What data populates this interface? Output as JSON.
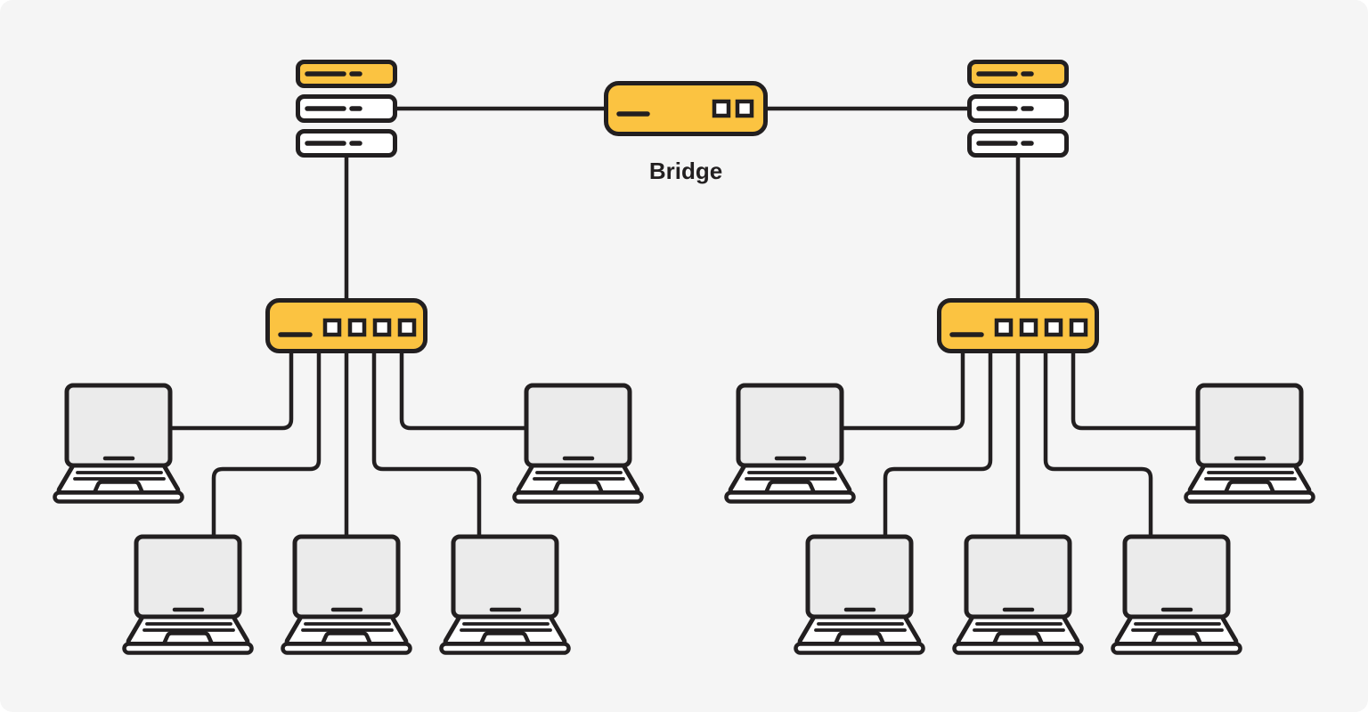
{
  "diagram": {
    "bridge_label": "Bridge",
    "colors": {
      "accent": "#FBC341",
      "stroke": "#221F20",
      "screen": "#EBEBEB",
      "device": "#FFFFFF",
      "bg": "#F5F5F5"
    },
    "bridge": {
      "id": "bridge",
      "ports": 2
    },
    "segments": [
      {
        "id": "left",
        "server_units": 3,
        "switch_ports": 4,
        "laptops": 5
      },
      {
        "id": "right",
        "server_units": 3,
        "switch_ports": 4,
        "laptops": 5
      }
    ]
  }
}
